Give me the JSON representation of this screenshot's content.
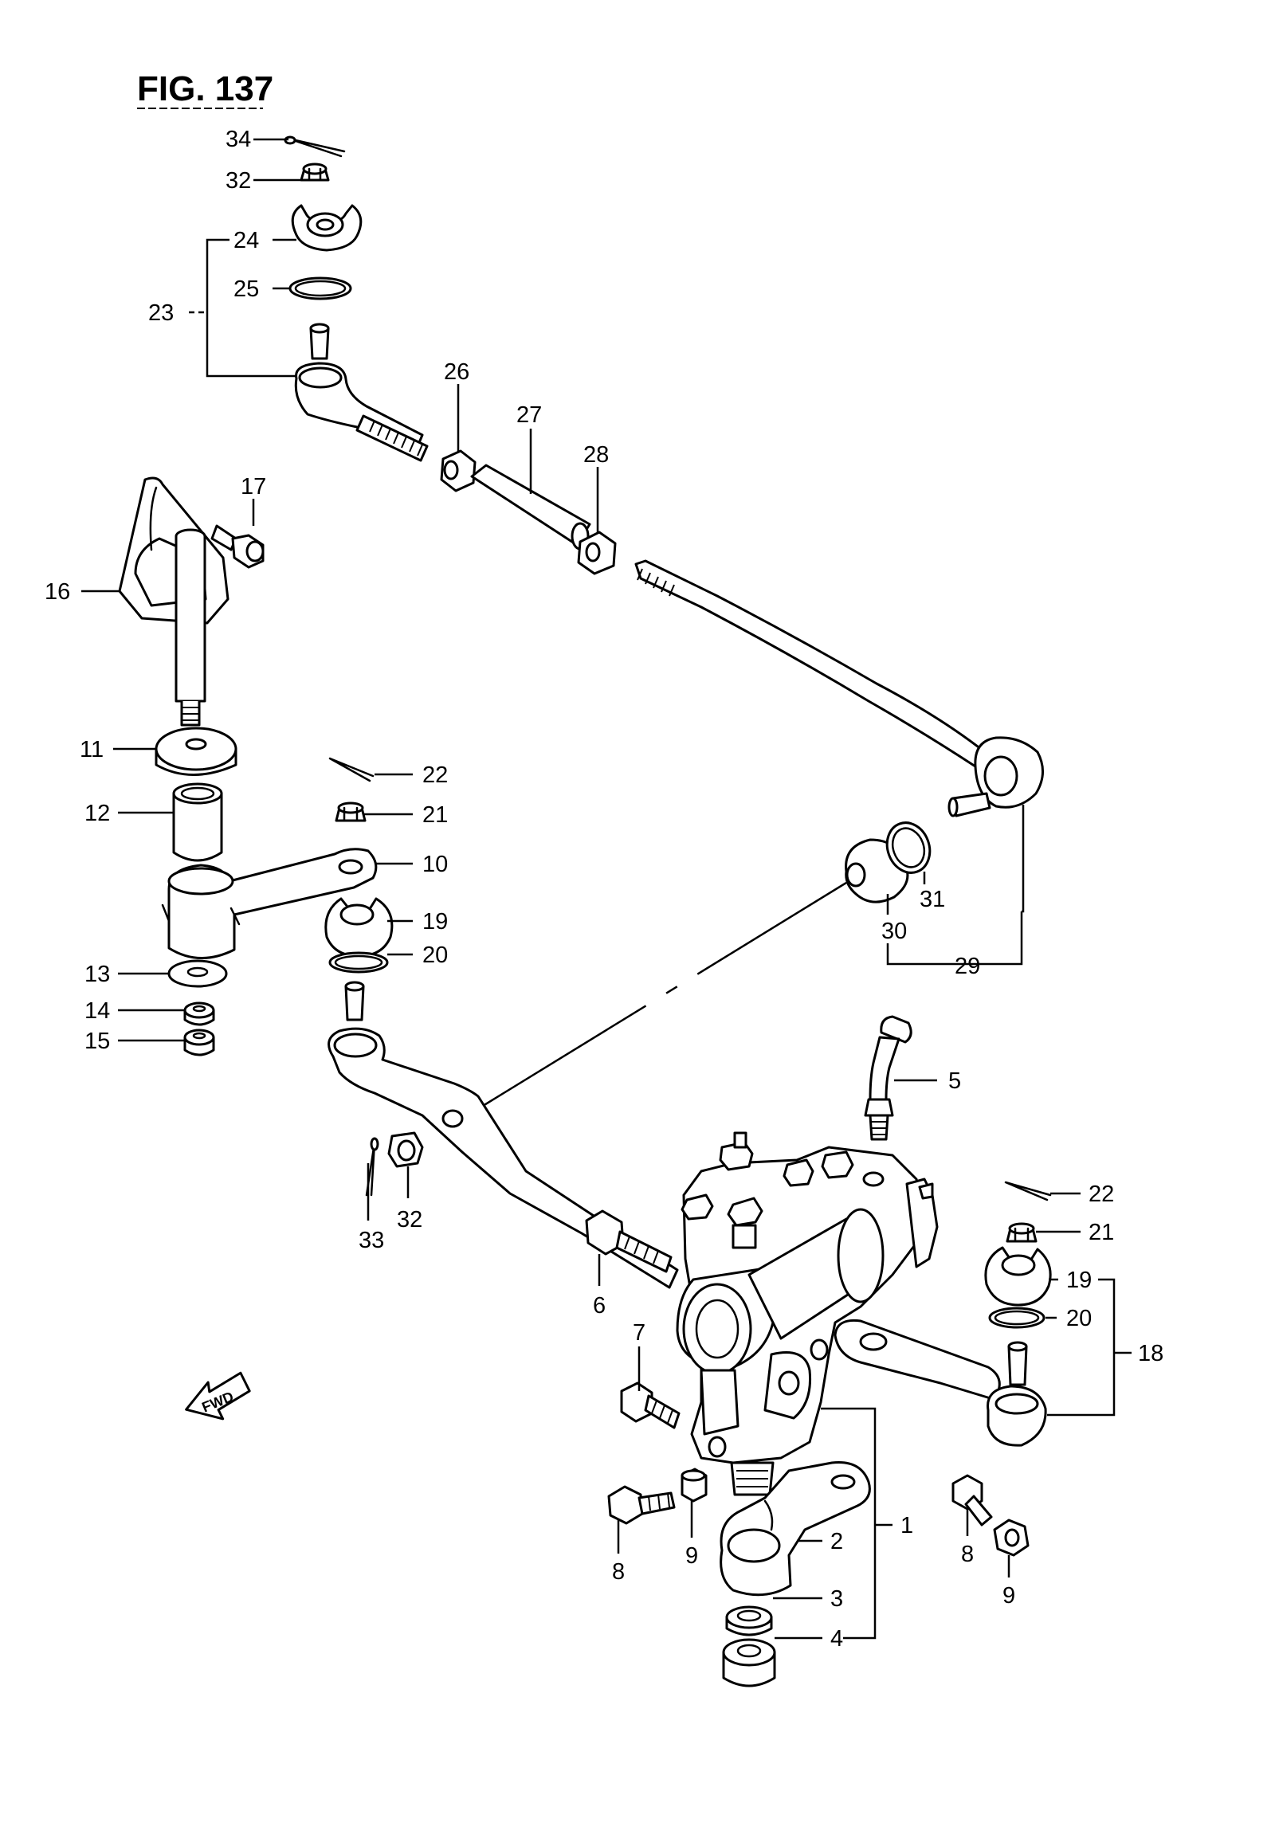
{
  "figure": {
    "title": "FIG. 137"
  },
  "fwd_marker": "FWD",
  "callouts": [
    {
      "id": "c34",
      "text": "34"
    },
    {
      "id": "c32a",
      "text": "32"
    },
    {
      "id": "c24",
      "text": "24"
    },
    {
      "id": "c25",
      "text": "25"
    },
    {
      "id": "c23",
      "text": "23"
    },
    {
      "id": "c26",
      "text": "26"
    },
    {
      "id": "c27",
      "text": "27"
    },
    {
      "id": "c28",
      "text": "28"
    },
    {
      "id": "c17",
      "text": "17"
    },
    {
      "id": "c16",
      "text": "16"
    },
    {
      "id": "c11",
      "text": "11"
    },
    {
      "id": "c22a",
      "text": "22"
    },
    {
      "id": "c21a",
      "text": "21"
    },
    {
      "id": "c12",
      "text": "12"
    },
    {
      "id": "c10",
      "text": "10"
    },
    {
      "id": "c19a",
      "text": "19"
    },
    {
      "id": "c20a",
      "text": "20"
    },
    {
      "id": "c13",
      "text": "13"
    },
    {
      "id": "c14",
      "text": "14"
    },
    {
      "id": "c15",
      "text": "15"
    },
    {
      "id": "c31",
      "text": "31"
    },
    {
      "id": "c30",
      "text": "30"
    },
    {
      "id": "c29",
      "text": "29"
    },
    {
      "id": "c5",
      "text": "5"
    },
    {
      "id": "c33",
      "text": "33"
    },
    {
      "id": "c32b",
      "text": "32"
    },
    {
      "id": "c22b",
      "text": "22"
    },
    {
      "id": "c21b",
      "text": "21"
    },
    {
      "id": "c6",
      "text": "6"
    },
    {
      "id": "c19b",
      "text": "19"
    },
    {
      "id": "c20b",
      "text": "20"
    },
    {
      "id": "c18",
      "text": "18"
    },
    {
      "id": "c7",
      "text": "7"
    },
    {
      "id": "c2",
      "text": "2"
    },
    {
      "id": "c1",
      "text": "1"
    },
    {
      "id": "c8a",
      "text": "8"
    },
    {
      "id": "c9a",
      "text": "9"
    },
    {
      "id": "c8b",
      "text": "8"
    },
    {
      "id": "c9b",
      "text": "9"
    },
    {
      "id": "c3",
      "text": "3"
    },
    {
      "id": "c4",
      "text": "4"
    }
  ]
}
